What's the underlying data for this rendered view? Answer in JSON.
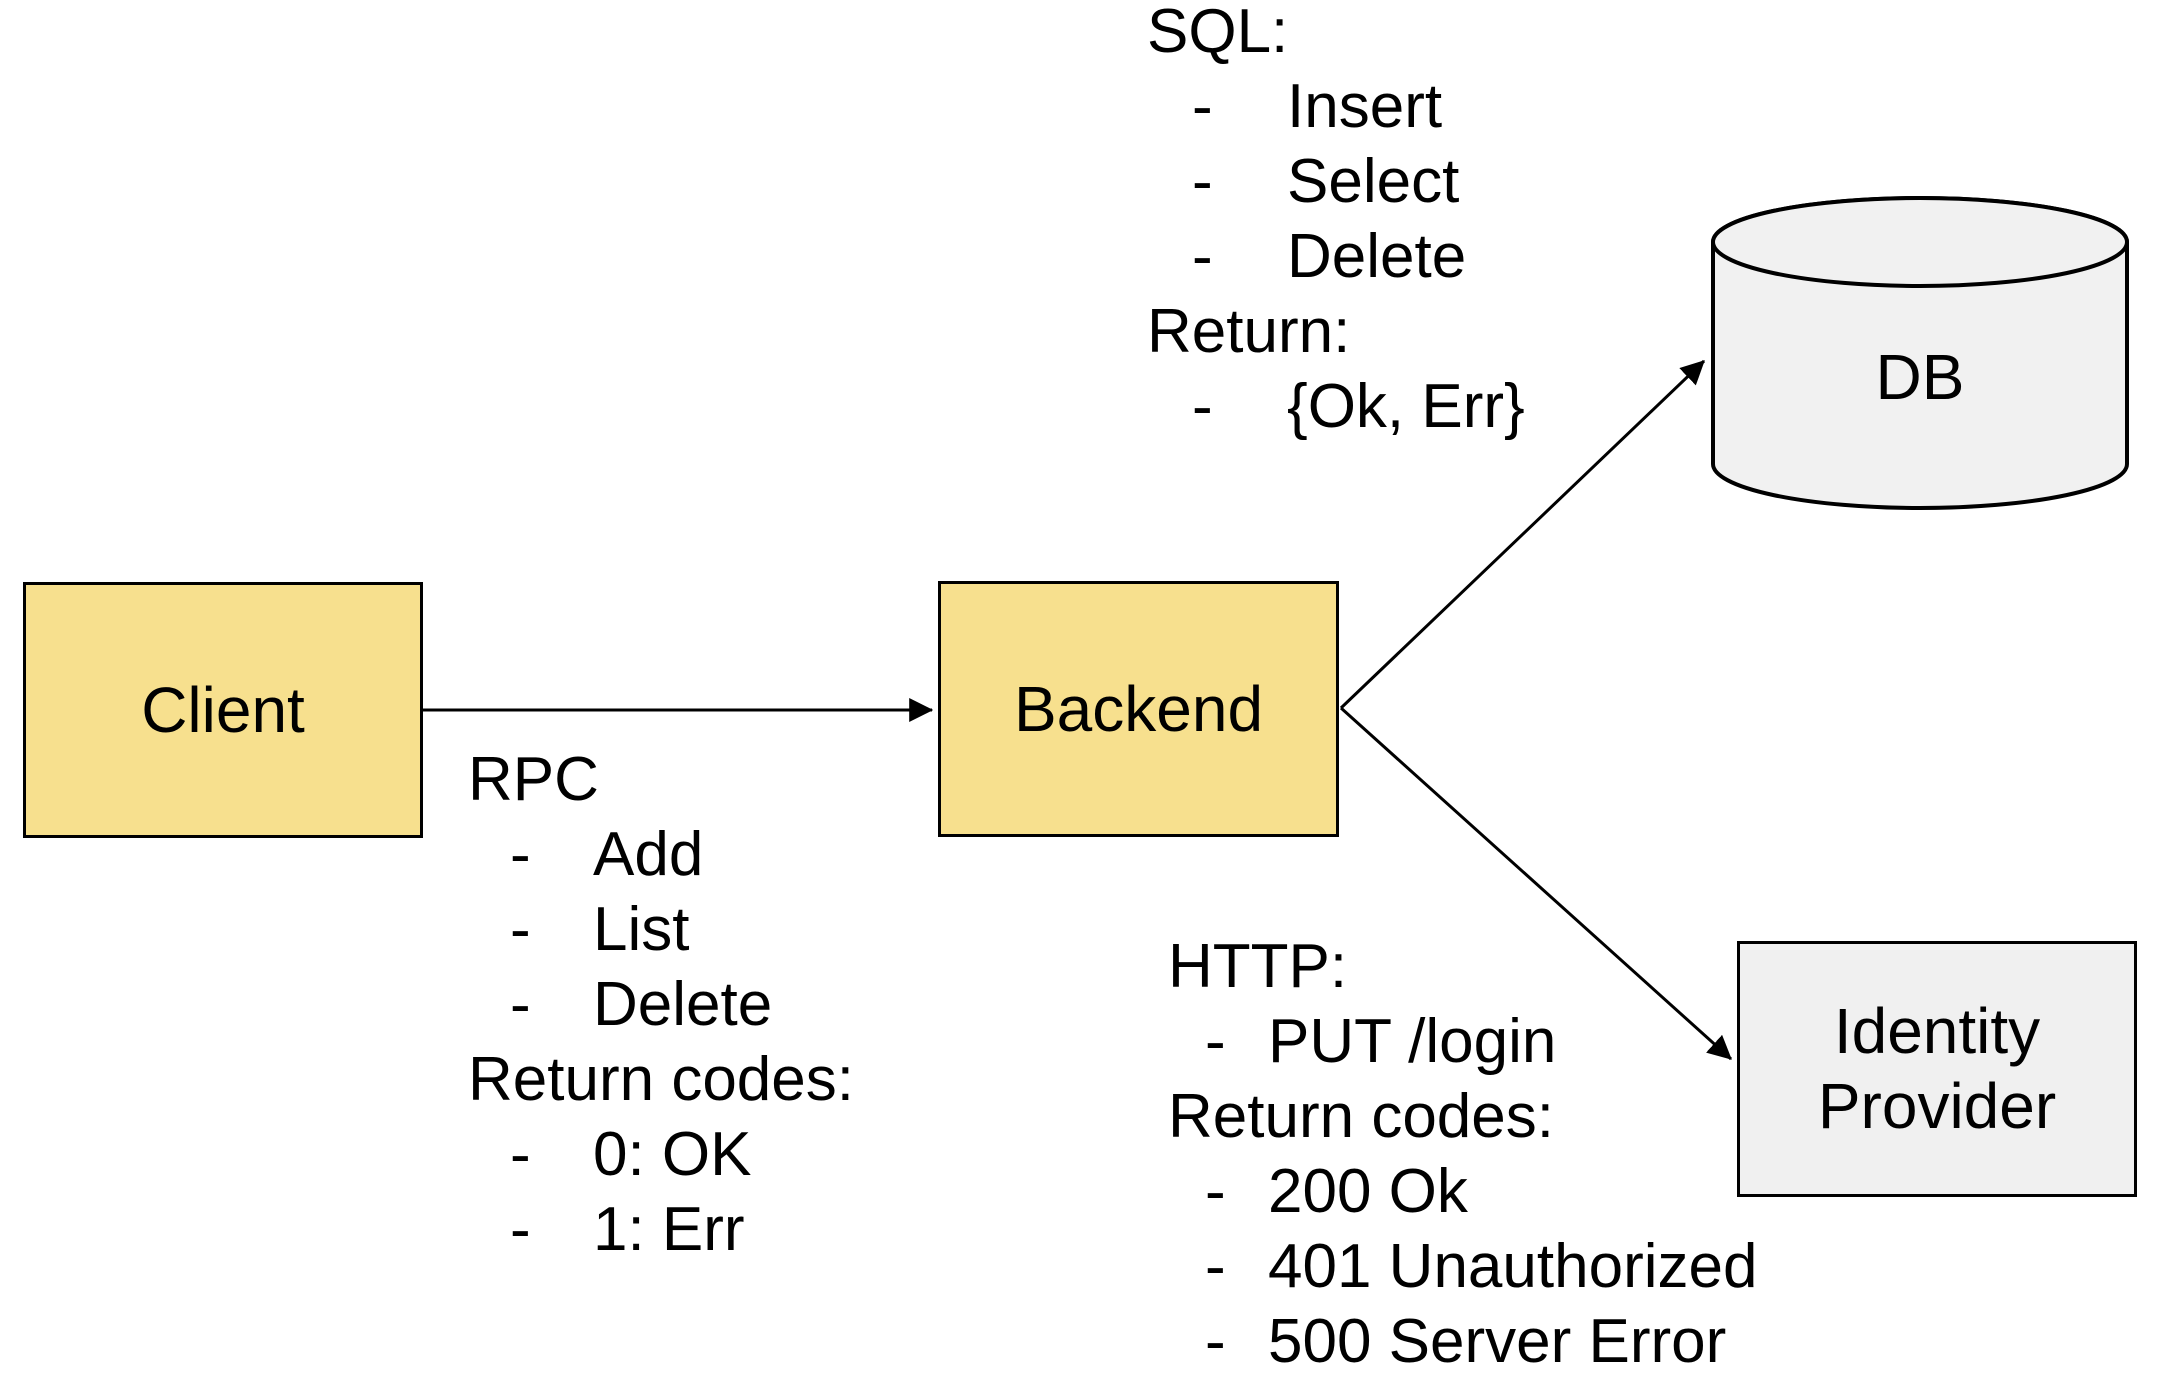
{
  "colors": {
    "stroke": "#000000",
    "node_fill_yellow": "#F7E08E",
    "node_fill_gray": "#F0F0F0",
    "background": "#FFFFFF",
    "text": "#000000"
  },
  "nodes": {
    "client": {
      "label": "Client",
      "shape": "rectangle",
      "fill": "#F7E08E"
    },
    "backend": {
      "label": "Backend",
      "shape": "rectangle",
      "fill": "#F7E08E"
    },
    "db": {
      "label": "DB",
      "shape": "cylinder",
      "fill": "#F0F0F0"
    },
    "identity_provider": {
      "label": "Identity Provider",
      "shape": "rectangle",
      "fill": "#F0F0F0"
    }
  },
  "edges": [
    {
      "from": "client",
      "to": "backend",
      "annotation": "rpc"
    },
    {
      "from": "backend",
      "to": "db",
      "annotation": "sql"
    },
    {
      "from": "backend",
      "to": "identity_provider",
      "annotation": "http"
    }
  ],
  "annotations": {
    "bullet": "-",
    "sql": {
      "lines": [
        {
          "type": "heading",
          "text": "SQL:"
        },
        {
          "type": "item",
          "text": "Insert"
        },
        {
          "type": "item",
          "text": "Select"
        },
        {
          "type": "item",
          "text": "Delete"
        },
        {
          "type": "heading",
          "text": "Return:"
        },
        {
          "type": "item",
          "text": "{Ok, Err}"
        }
      ]
    },
    "rpc": {
      "lines": [
        {
          "type": "heading",
          "text": "RPC"
        },
        {
          "type": "item",
          "text": "Add"
        },
        {
          "type": "item",
          "text": "List"
        },
        {
          "type": "item",
          "text": "Delete"
        },
        {
          "type": "heading",
          "text": "Return codes:"
        },
        {
          "type": "item",
          "text": "0: OK"
        },
        {
          "type": "item",
          "text": "1: Err"
        }
      ]
    },
    "http": {
      "lines": [
        {
          "type": "heading",
          "text": "HTTP:"
        },
        {
          "type": "item",
          "text": "PUT /login"
        },
        {
          "type": "heading",
          "text": "Return codes:"
        },
        {
          "type": "item",
          "text": "200 Ok"
        },
        {
          "type": "item",
          "text": "401 Unauthorized"
        },
        {
          "type": "item",
          "text": "500 Server Error"
        }
      ]
    }
  }
}
